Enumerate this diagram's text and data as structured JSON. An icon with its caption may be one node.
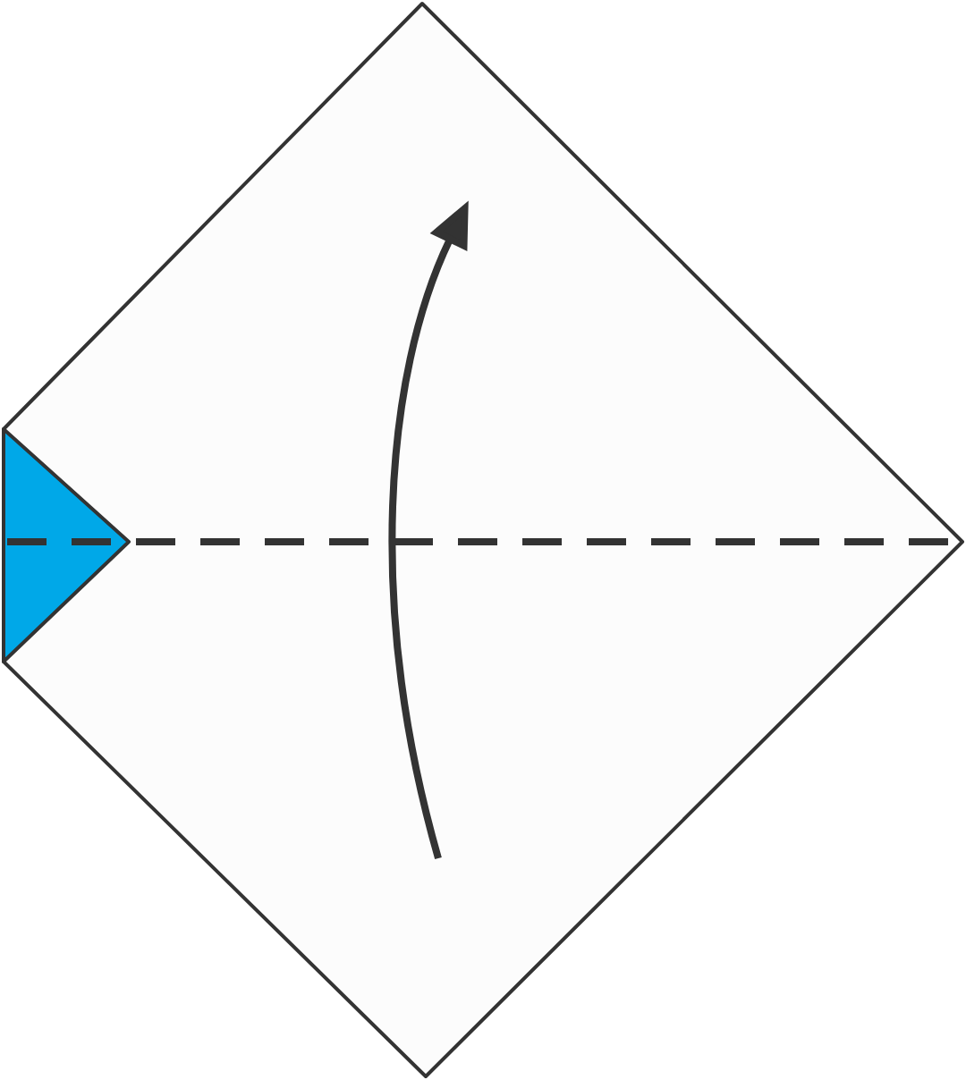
{
  "diagram": {
    "nodes": [
      {
        "text": [],
        "shape": "pentagon"
      },
      {
        "text": [],
        "shape": "triangle",
        "in": 0
      }
    ]
  }
}
